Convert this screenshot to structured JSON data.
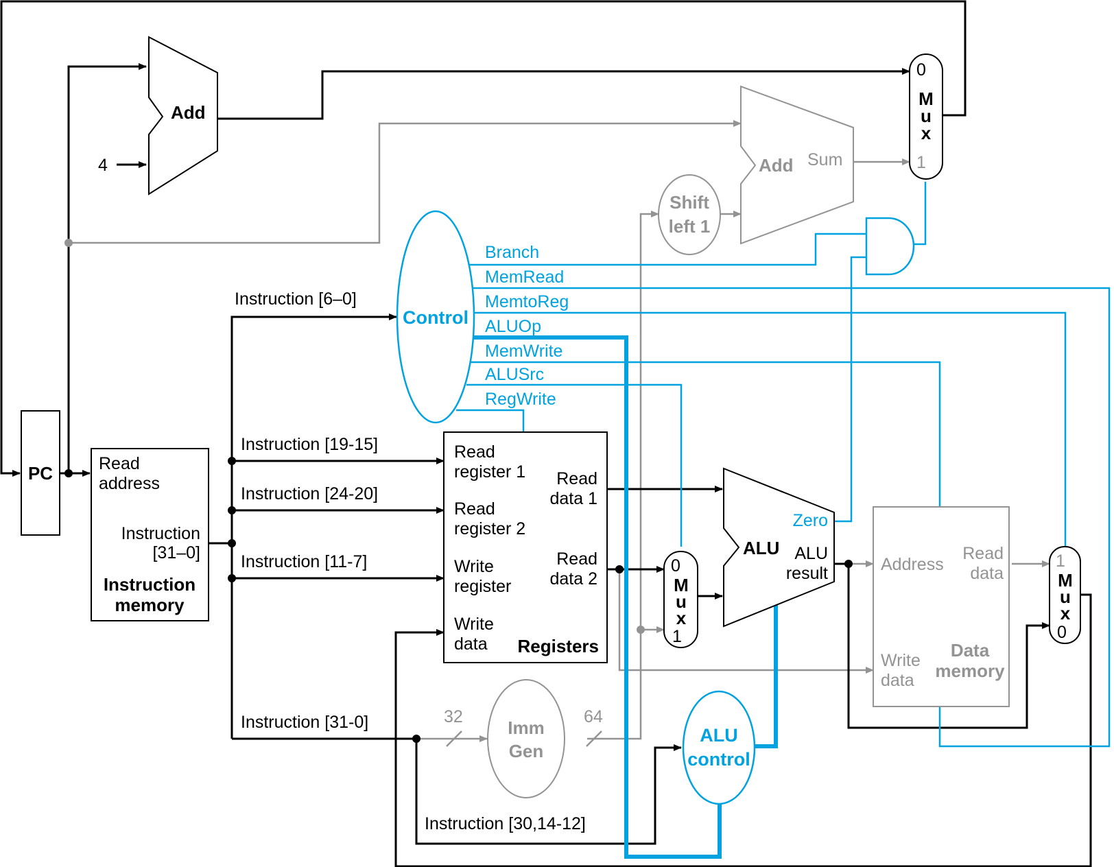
{
  "colors": {
    "datapath": "#000000",
    "inactive": "#939393",
    "control": "#00a2e0"
  },
  "pc": {
    "label": "PC"
  },
  "pc_adder": {
    "label": "Add",
    "constant": "4"
  },
  "branch_adder": {
    "label": "Add",
    "output": "Sum"
  },
  "shift": {
    "line1": "Shift",
    "line2": "left 1"
  },
  "pc_mux": {
    "label": [
      "M",
      "u",
      "x"
    ],
    "in0": "0",
    "in1": "1"
  },
  "alusrc_mux": {
    "label": [
      "M",
      "u",
      "x"
    ],
    "in0": "0",
    "in1": "1"
  },
  "memtoreg_mux": {
    "label": [
      "M",
      "u",
      "x"
    ],
    "in0": "0",
    "in1": "1"
  },
  "instruction_memory": {
    "read_address": [
      "Read",
      "address"
    ],
    "instruction_out": [
      "Instruction",
      "[31–0]"
    ],
    "title": [
      "Instruction",
      "memory"
    ]
  },
  "registers": {
    "read_register_1": [
      "Read",
      "register 1"
    ],
    "read_register_2": [
      "Read",
      "register 2"
    ],
    "write_register": [
      "Write",
      "register"
    ],
    "write_data": [
      "Write",
      "data"
    ],
    "read_data_1": [
      "Read",
      "data 1"
    ],
    "read_data_2": [
      "Read",
      "data 2"
    ],
    "title": "Registers"
  },
  "alu": {
    "label": "ALU",
    "zero": "Zero",
    "result": [
      "ALU",
      "result"
    ]
  },
  "data_memory": {
    "address": "Address",
    "read_data": [
      "Read",
      "data"
    ],
    "write_data": [
      "Write",
      "data"
    ],
    "title": [
      "Data",
      "memory"
    ]
  },
  "control": {
    "label": "Control",
    "signals": [
      "Branch",
      "MemRead",
      "MemtoReg",
      "ALUOp",
      "MemWrite",
      "ALUSrc",
      "RegWrite"
    ]
  },
  "alu_control": {
    "line1": "ALU",
    "line2": "control"
  },
  "imm_gen": {
    "line1": "Imm",
    "line2": "Gen",
    "in_width": "32",
    "out_width": "64"
  },
  "instruction_fields": {
    "opcode": "Instruction [6–0]",
    "rs1": "Instruction [19-15]",
    "rs2": "Instruction [24-20]",
    "rd": "Instruction [11-7]",
    "imm": "Instruction [31-0]",
    "funct": "Instruction [30,14-12]"
  }
}
